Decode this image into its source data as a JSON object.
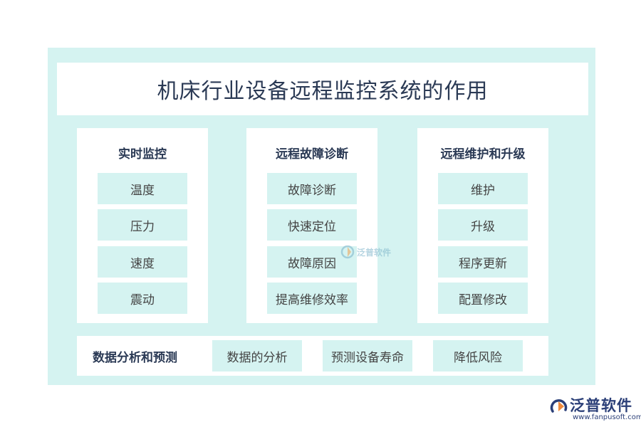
{
  "title": "机床行业设备远程监控系统的作用",
  "columns": [
    {
      "heading": "实时监控",
      "items": [
        "温度",
        "压力",
        "速度",
        "震动"
      ]
    },
    {
      "heading": "远程故障诊断",
      "items": [
        "故障诊断",
        "快速定位",
        "故障原因",
        "提高维修效率"
      ]
    },
    {
      "heading": "远程维护和升级",
      "items": [
        "维护",
        "升级",
        "程序更新",
        "配置修改"
      ]
    }
  ],
  "bottom": {
    "heading": "数据分析和预测",
    "items": [
      "数据的分析",
      "预测设备寿命",
      "降低风险"
    ]
  },
  "watermark": {
    "text": "泛普软件",
    "icon": "fanpu-logo-icon"
  },
  "logo": {
    "name": "泛普软件",
    "url": "www.fanpusoft.com",
    "icon": "fanpu-logo-icon"
  },
  "colors": {
    "accent": "#d5f3f1",
    "title": "#2b3a55",
    "logo": "#2b3f78"
  }
}
